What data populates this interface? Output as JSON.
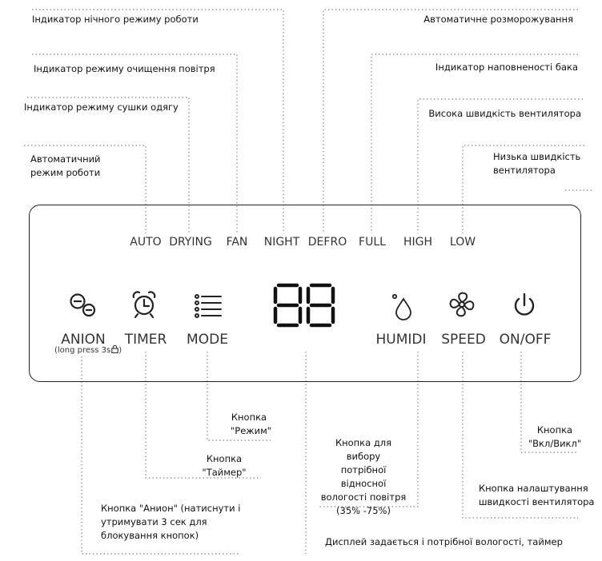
{
  "panel": {
    "indicators": [
      "AUTO",
      "DRYING",
      "FAN",
      "NIGHT",
      "DEFRO",
      "FULL",
      "HIGH",
      "LOW"
    ],
    "display": "88",
    "buttons": {
      "anion": "ANION",
      "anion_note": "(long press 3s",
      "timer": "TIMER",
      "mode": "MODE",
      "humidi": "HUMIDI",
      "speed": "SPEED",
      "onoff": "ON/OFF"
    },
    "icons": [
      "anion-icon",
      "lock-icon",
      "alarm-clock-icon",
      "mode-list-icon",
      "water-drop-icon",
      "fan-icon",
      "power-icon"
    ]
  },
  "annotations": {
    "night": "Індикатор нічного режиму роботи",
    "fan": "Індикатор режиму очищення повітря",
    "drying": "Індикатор режиму сушки одягу",
    "auto_1": "Автоматичний",
    "auto_2": "режим роботи",
    "defro": "Автоматичне розморожування",
    "full": "Індикатор наповненості бака",
    "high": "Висока швидкість вентилятора",
    "low_1": "Низька швидкість",
    "low_2": "вентилятора",
    "mode_1": "Кнопка",
    "mode_2": "\"Режим\"",
    "timer_1": "Кнопка",
    "timer_2": "\"Таймер\"",
    "onoff_1": "Кнопка",
    "onoff_2": "\"Вкл/Викл\"",
    "humidi_1": "Кнопка для вибору",
    "humidi_2": "потрібної",
    "humidi_3": "відносної",
    "humidi_4": "вологості повітря",
    "humidi_5": "(35% -75%)",
    "speed_1": "Кнопка налаштування",
    "speed_2": "швидкості вентилятора",
    "anion_1": "Кнопка \"Анион\" (натиснути і",
    "anion_2": "утримувати 3 сек для",
    "anion_3": "блокування кнопок)",
    "display": "Дисплей задається і потрібної вологості, таймер"
  }
}
